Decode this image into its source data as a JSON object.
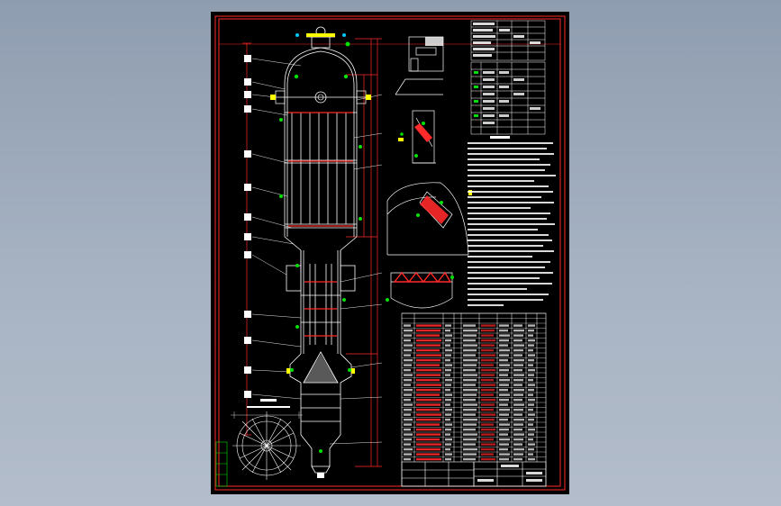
{
  "drawing": {
    "background_color": "#000000",
    "desktop_color": "#9aa7b8",
    "frame_color": "#ff2a2a",
    "line_color": "#ffffff",
    "accent_green": "#00e000",
    "accent_yellow": "#ffff00",
    "accent_cyan": "#00c8ff",
    "views": [
      "main-vessel-elevation",
      "section-plan-view",
      "detail-view-a",
      "detail-view-b",
      "detail-view-c",
      "detail-view-d"
    ],
    "tables": [
      "design-data-table",
      "nozzle-table",
      "technical-requirements",
      "parts-list",
      "title-block"
    ],
    "icons": [
      "flange-icon",
      "manway-icon",
      "support-skirt-icon"
    ]
  }
}
